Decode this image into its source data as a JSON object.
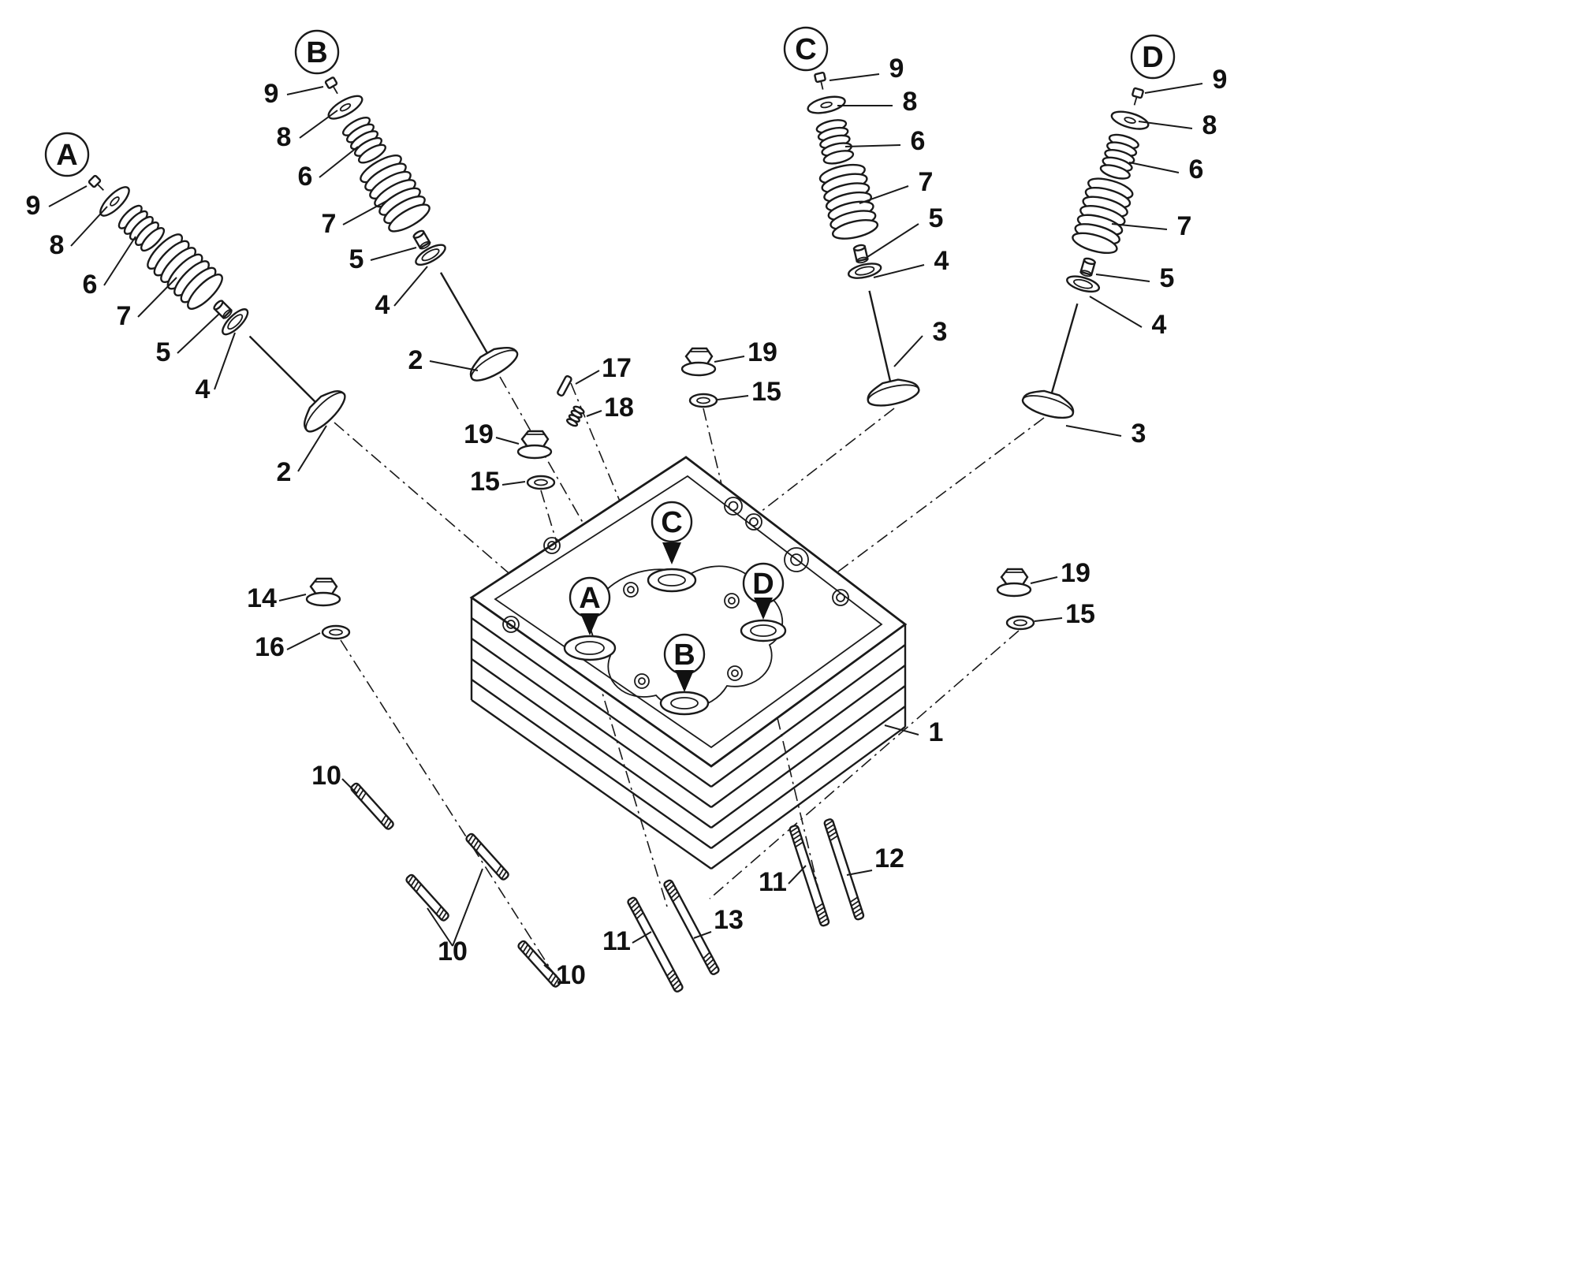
{
  "figure": {
    "description": "Exploded parts diagram of a cylinder head with four valve assemblies",
    "section_letters": {
      "A": "A",
      "B": "B",
      "C": "C",
      "D": "D"
    },
    "part_numbers": {
      "n1": "1",
      "n2": "2",
      "n3": "3",
      "n4": "4",
      "n5": "5",
      "n6": "6",
      "n7": "7",
      "n8": "8",
      "n9": "9",
      "n10": "10",
      "n11": "11",
      "n12": "12",
      "n13": "13",
      "n14": "14",
      "n15": "15",
      "n16": "16",
      "n17": "17",
      "n18": "18",
      "n19": "19"
    }
  }
}
